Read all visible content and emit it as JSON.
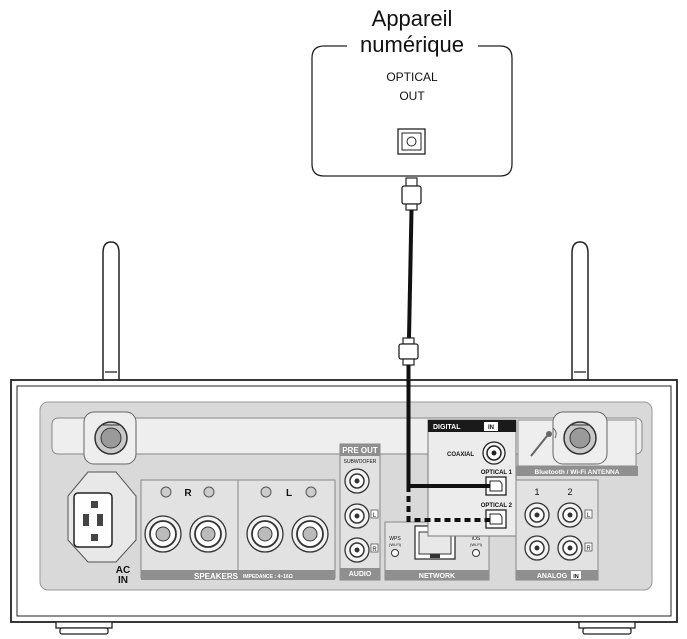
{
  "device": {
    "title_line1": "Appareil",
    "title_line2": "numérique",
    "port_line1": "OPTICAL",
    "port_line2": "OUT"
  },
  "panel": {
    "digital_in_label": "DIGITAL",
    "in_badge": "IN",
    "coaxial_label": "COAXIAL",
    "optical1_label": "OPTICAL 1",
    "optical2_label": "OPTICAL 2",
    "antenna_label": "Bluetooth / Wi-Fi ANTENNA",
    "pre_out_label": "PRE OUT",
    "subwoofer_label": "SUBWOOFER",
    "speakers_label": "SPEAKERS",
    "impedance_label": "IMPEDANCE : 4~16Ω",
    "audio_label": "AUDIO",
    "network_label": "NETWORK",
    "wps_label": "WPS",
    "wps_sub": "(Wi-Fi)",
    "ios_label": "iOS",
    "ios_sub": "(Wi-Fi)",
    "analog_label": "ANALOG",
    "analog_badge": "IN",
    "analog_ch1": "1",
    "analog_ch2": "2",
    "ac_label_1": "AC",
    "ac_label_2": "IN",
    "spk_R": "R",
    "spk_L": "L",
    "ch_L": "L",
    "ch_R": "R"
  }
}
